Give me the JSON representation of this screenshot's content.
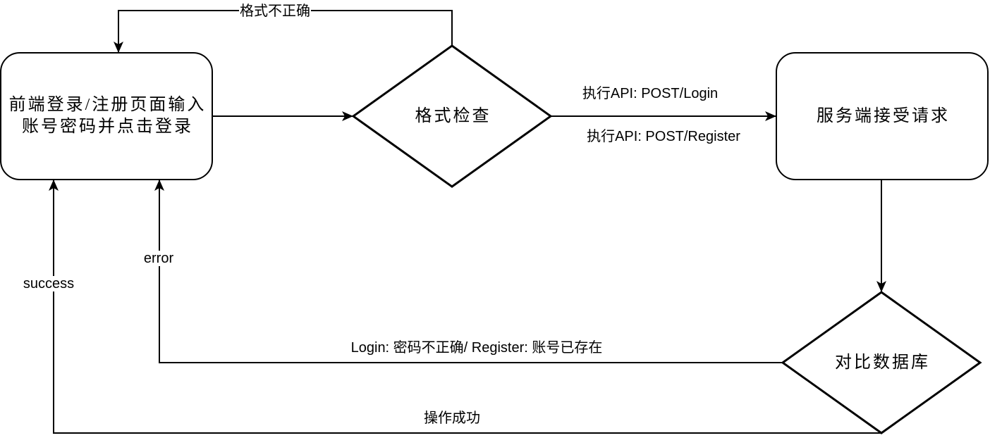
{
  "diagram": {
    "nodes": {
      "frontend": {
        "lines": [
          "前端登录/注册页面输入",
          "账号密码并点击登录"
        ]
      },
      "format_check": {
        "label": "格式检查"
      },
      "server": {
        "label": "服务端接受请求"
      },
      "db_compare": {
        "label": "对比数据库"
      }
    },
    "edges": {
      "format_invalid": {
        "label": "格式不正确"
      },
      "api_login": {
        "label": "执行API: POST/Login"
      },
      "api_register": {
        "label": "执行API: POST/Register"
      },
      "error": {
        "label": "error",
        "detail": "Login: 密码不正确/ Register: 账号已存在"
      },
      "success": {
        "label": "success",
        "detail": "操作成功"
      }
    }
  },
  "colors": {
    "stroke": "#000000",
    "background": "#ffffff",
    "text": "#000000"
  }
}
